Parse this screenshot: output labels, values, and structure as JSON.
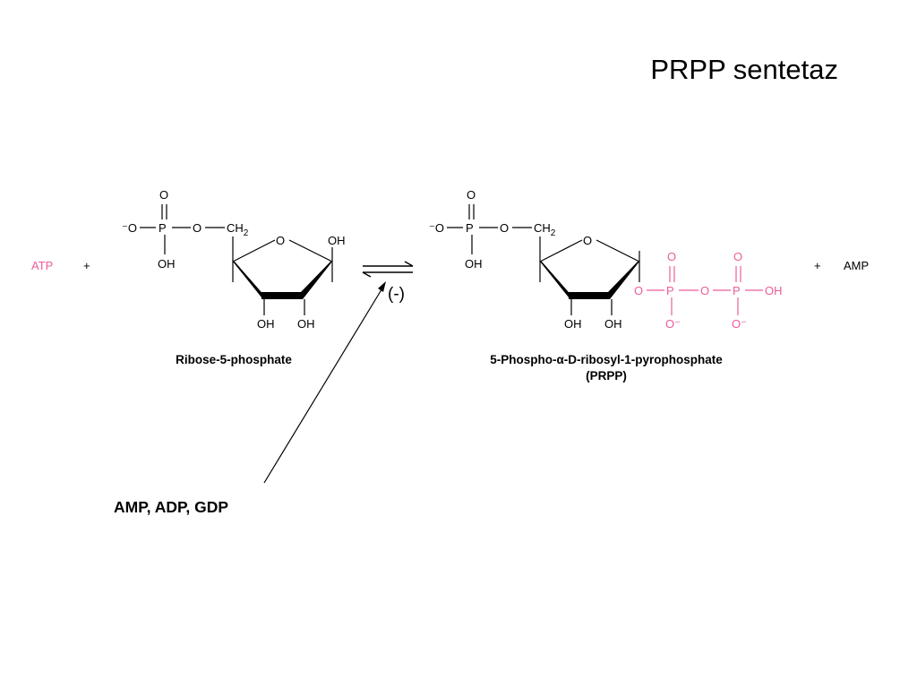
{
  "title": "PRPP sentetaz",
  "reaction": {
    "substrate_left": "ATP",
    "plus": "+",
    "product_right": "AMP",
    "reactant_name": "Ribose-5-phosphate",
    "product_name_line1": "5-Phospho-α-D-ribosyl-1-pyrophosphate",
    "product_name_line2": "(PRPP)"
  },
  "atoms": {
    "O": "O",
    "OH": "OH",
    "P": "P",
    "O_minus": "O⁻",
    "minus_O": "⁻O",
    "CH2": "CH",
    "sub2": "2"
  },
  "inhibition": {
    "sign": "(-)",
    "inhibitors": "AMP, ADP, GDP"
  },
  "colors": {
    "pyrophosphate": "#ec5c9a",
    "text": "#000000"
  }
}
